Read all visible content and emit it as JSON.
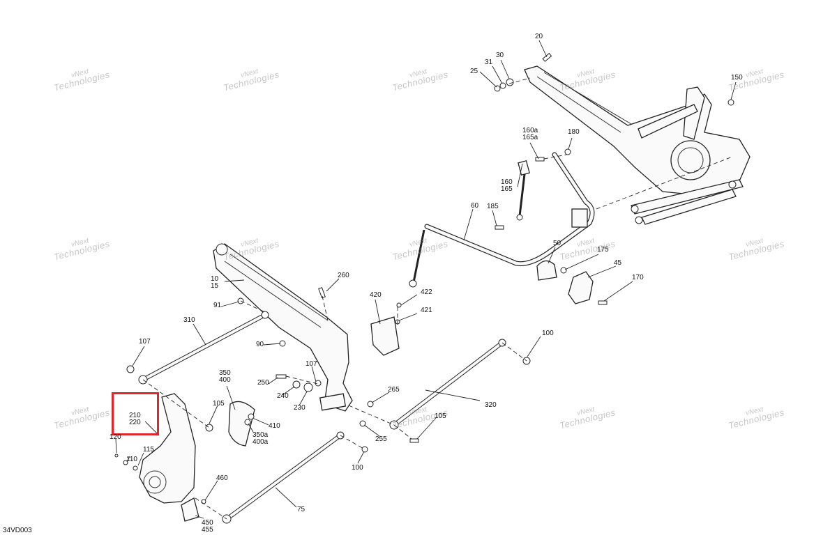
{
  "drawing_id": "34VD003",
  "watermark": {
    "line1": "vNext",
    "line2": "Technologies"
  },
  "highlight": {
    "labels": [
      "210",
      "220"
    ]
  },
  "labels": {
    "l20": "20",
    "l30": "30",
    "l31": "31",
    "l25": "25",
    "l150": "150",
    "l160a": "160a\n165a",
    "l180": "180",
    "l160": "160\n165",
    "l185": "185",
    "l60": "60",
    "l50": "50",
    "l175": "175",
    "l45": "45",
    "l170": "170",
    "l10": "10\n15",
    "l260": "260",
    "l91": "91",
    "l90": "90",
    "l310": "310",
    "l107a": "107",
    "l420": "420",
    "l422": "422",
    "l421": "421",
    "l100a": "100",
    "l350": "350\n400",
    "l250": "250",
    "l240": "240",
    "l230": "230",
    "l107b": "107",
    "l265": "265",
    "l105a": "105",
    "l410": "410",
    "l350a": "350a\n400a",
    "l255": "255",
    "l320": "320",
    "l105b": "105",
    "l210": "210\n220",
    "l110": "110",
    "l115": "115",
    "l120": "120",
    "l100b": "100",
    "l460": "460",
    "l75": "75",
    "l450": "450\n455"
  }
}
